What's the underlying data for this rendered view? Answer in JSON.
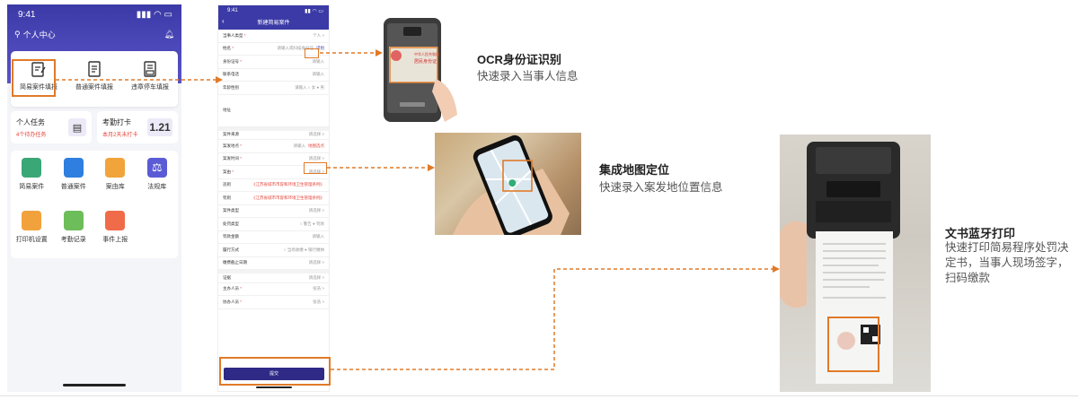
{
  "colors": {
    "accent": "#e07a28",
    "header": "#3b3aa6",
    "submit": "#2e2a86",
    "danger": "#e5453b"
  },
  "phone1": {
    "time": "9:41",
    "title": "个人中心",
    "quick": [
      {
        "label": "简易案件填报",
        "icon": "form-edit-icon"
      },
      {
        "label": "普通案件填报",
        "icon": "printer-doc-icon"
      },
      {
        "label": "违章停车填报",
        "icon": "parking-doc-icon"
      }
    ],
    "task": {
      "title": "个人任务",
      "sub": "4个待办任务"
    },
    "attendance": {
      "title": "考勤打卡",
      "sub": "本月2天未打卡",
      "value": "1.21"
    },
    "grid": [
      {
        "label": "简易案件",
        "color": "#3aa776"
      },
      {
        "label": "普通案件",
        "color": "#2e7fe0"
      },
      {
        "label": "案由库",
        "color": "#f0a43a"
      },
      {
        "label": "法规库",
        "color": "#5b5bd6"
      },
      {
        "label": "打印机设置",
        "color": "#f2a23c"
      },
      {
        "label": "考勤记录",
        "color": "#6dbd5a"
      },
      {
        "label": "事件上报",
        "color": "#f06b4a"
      }
    ]
  },
  "phone2": {
    "time": "9:41",
    "title": "新建简易案件",
    "rows": [
      {
        "label": "当事人类型",
        "value": "个人 >",
        "req": true
      },
      {
        "label": "姓名",
        "value": "请输入或扫描身份证",
        "req": true,
        "scan": "识别"
      },
      {
        "label": "身份证号",
        "value": "请输入",
        "req": true
      },
      {
        "label": "联系电话",
        "value": "请输入"
      },
      {
        "label": "年龄性别",
        "value": "请输入    ○ 女   ● 男"
      },
      {
        "label": "地址",
        "value": ""
      },
      {
        "label": "案件来源",
        "value": "请选择 >",
        "gap": true
      },
      {
        "label": "案发地点",
        "value": "请输入",
        "req": true,
        "map": "地图选点"
      },
      {
        "label": "案发时间",
        "value": "请选择 >",
        "req": true
      },
      {
        "label": "案由",
        "value": "请选择 >",
        "req": true
      },
      {
        "label": "违则",
        "value": "《江苏省城市市容和环境卫生管理条例》"
      },
      {
        "label": "罚则",
        "value": "《江苏省城市市容和环境卫生管理条例》"
      },
      {
        "label": "案件类型",
        "value": "请选择 >"
      },
      {
        "label": "处罚类型",
        "value": "○ 警告   ● 罚款"
      },
      {
        "label": "罚款金额",
        "value": "请输入"
      },
      {
        "label": "履行方式",
        "value": "○ 当场收缴   ● 银行缴纳"
      },
      {
        "label": "缴费截止日期",
        "value": "请选择 >"
      },
      {
        "label": "证据",
        "value": "请选择 >",
        "gap": true
      },
      {
        "label": "主办人员",
        "value": "张浩 >",
        "req": true
      },
      {
        "label": "协办人员",
        "value": "张浩 >",
        "req": true
      }
    ],
    "submit": "提交"
  },
  "features": [
    {
      "title": "OCR身份证识别",
      "desc": "快速录入当事人信息"
    },
    {
      "title": "集成地图定位",
      "desc": "快速录入案发地位置信息"
    },
    {
      "title": "文书蓝牙打印",
      "desc": "快速打印简易程序处罚决定书，当事人现场签字，扫码缴款"
    }
  ]
}
